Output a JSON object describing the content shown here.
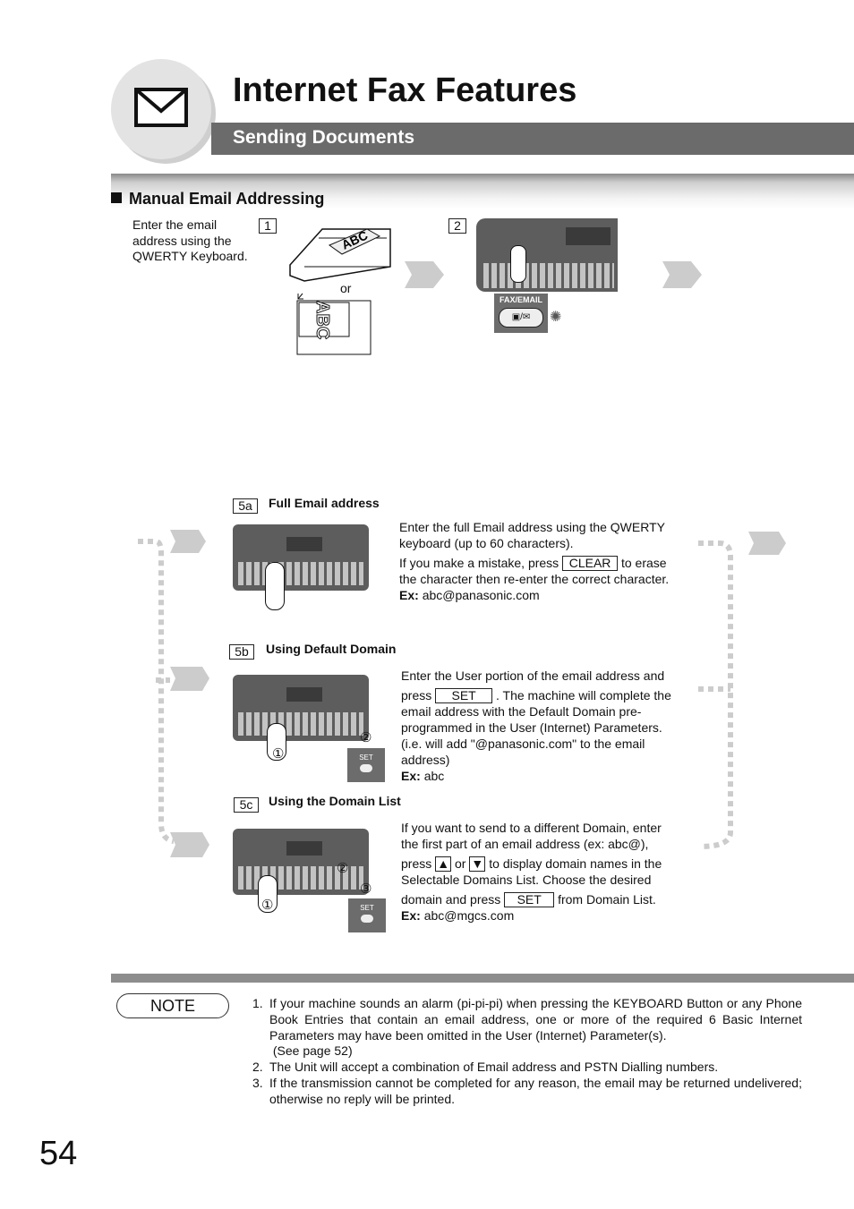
{
  "header": {
    "title": "Internet Fax Features",
    "subtitle": "Sending Documents",
    "icon": "envelope-icon"
  },
  "section": {
    "title": "Manual Email Addressing",
    "step1_text": "Enter the email address using the QWERTY Keyboard.",
    "step1_num": "1",
    "step2_num": "2",
    "or_label": "or",
    "doc_letters": "ABC",
    "fax_email_label": "FAX/EMAIL"
  },
  "options": {
    "a": {
      "tag": "5a",
      "label": "Full Email address",
      "line1": "Enter the full Email address using the QWERTY keyboard (up to 60 characters).",
      "line2_pre": "If you make a mistake, press",
      "button": "CLEAR",
      "line2_post": "to erase the character then re-enter the correct character.",
      "ex_label": "Ex:",
      "ex_value": "abc@panasonic.com"
    },
    "b": {
      "tag": "5b",
      "label": "Using Default Domain",
      "line1": "Enter the User portion of the email address and",
      "line2_pre": "press",
      "button": "SET",
      "line2_post": ". The machine will complete the email address with the Default Domain pre-programmed in the User (Internet) Parameters. (i.e. will add \"@panasonic.com\" to the email address)",
      "ex_label": "Ex:",
      "ex_value": "abc",
      "set_key": "SET"
    },
    "c": {
      "tag": "5c",
      "label": "Using the Domain List",
      "line1": "If you want to send to a different Domain, enter the first part of an email address (ex: abc@),",
      "line2_pre": "press",
      "up_symbol": "▲",
      "or_word": "or",
      "down_symbol": "▼",
      "line2_post": "to display domain names in the Selectable Domains List. Choose the desired",
      "line3_pre": "domain and press",
      "button": "SET",
      "line3_post": "from Domain List.",
      "ex_label": "Ex:",
      "ex_value": "abc@mgcs.com",
      "set_key": "SET"
    }
  },
  "markers": {
    "one": "①",
    "two": "②",
    "three": "③"
  },
  "note": {
    "label": "NOTE",
    "items": [
      {
        "num": "1.",
        "text": "If your machine sounds an alarm (pi-pi-pi) when pressing the KEYBOARD Button or any Phone Book Entries that contain an email address, one or more of the required 6 Basic Internet Parameters may have been omitted in the User (Internet) Parameter(s)."
      },
      {
        "num": "",
        "text": " (See page 52)"
      },
      {
        "num": "2.",
        "text": "The Unit will accept a combination of Email address and PSTN Dialling numbers."
      },
      {
        "num": "3.",
        "text": "If the transmission cannot be completed for any reason, the email may be returned undelivered; otherwise no reply will be printed."
      }
    ]
  },
  "page_number": "54",
  "colors": {
    "header_bar": "#6b6b6b",
    "arrow": "#cccccc",
    "panel": "#5d5d5d"
  }
}
